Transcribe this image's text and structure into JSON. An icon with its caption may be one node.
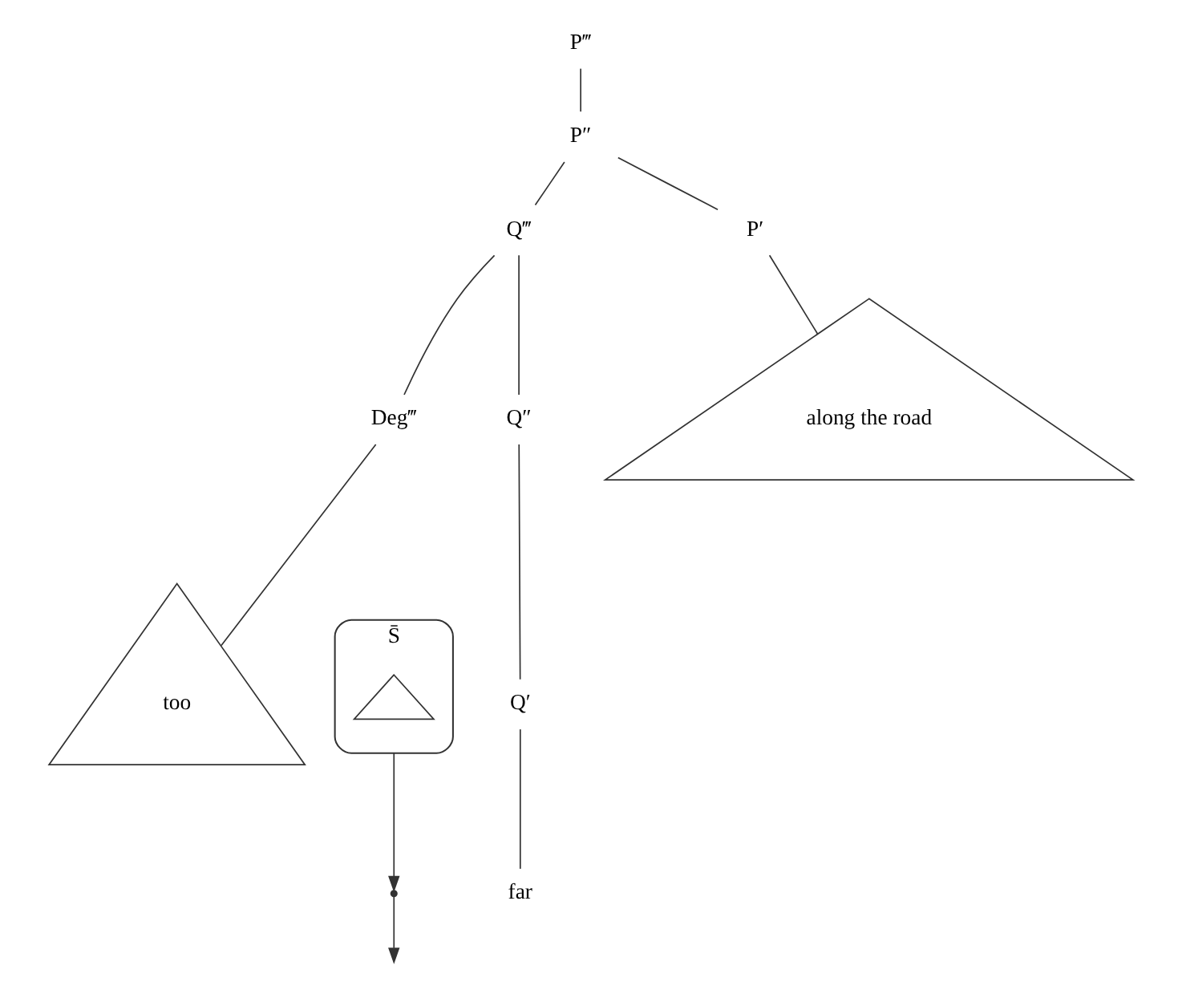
{
  "diagram": {
    "nodes": [
      {
        "text": [
          "P‴"
        ]
      },
      {
        "text": [
          "P″"
        ]
      },
      {
        "text": [
          "Q‴"
        ]
      },
      {
        "text": [
          "P′"
        ]
      },
      {
        "text": [
          "Deg‴"
        ]
      },
      {
        "text": [
          "Q″"
        ]
      },
      {
        "text": [
          "along the road"
        ]
      },
      {
        "text": [
          "too"
        ]
      },
      {
        "text": [
          "S̄"
        ]
      },
      {
        "text": [],
        "shape": "triangle",
        "in": 8
      },
      {
        "text": [
          "Q′"
        ]
      },
      {
        "text": [
          "far"
        ]
      },
      {
        "text": [],
        "shape": "point"
      }
    ],
    "edges": [
      {
        "from": 0,
        "to": 1,
        "arrow": "none"
      },
      {
        "from": 1,
        "to": 2,
        "arrow": "none"
      },
      {
        "from": 1,
        "to": 3,
        "arrow": "none"
      },
      {
        "from": 2,
        "to": 4,
        "arrow": "none"
      },
      {
        "from": 2,
        "to": 5,
        "arrow": "none"
      },
      {
        "from": 3,
        "to": 6,
        "arrow": "none"
      },
      {
        "from": 4,
        "to": 7,
        "arrow": "none"
      },
      {
        "from": 5,
        "to": 10,
        "arrow": "none"
      },
      {
        "from": 10,
        "to": 11,
        "arrow": "none"
      },
      {
        "from": 8,
        "to": 12,
        "arrow": "to"
      },
      {
        "from": 12,
        "to": null,
        "arrow": "to"
      }
    ]
  }
}
